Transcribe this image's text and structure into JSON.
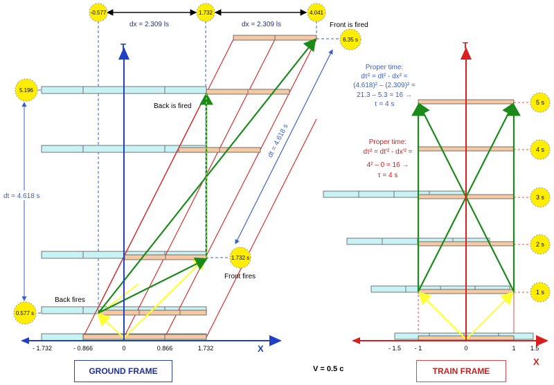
{
  "ground": {
    "x_axis_label": "X",
    "t_axis_label": "T",
    "x_ticks": [
      "- 1.732",
      "- 0.866",
      "0",
      "0.866",
      "1.732"
    ],
    "top_bubbles": [
      "-0.577",
      "1.732",
      "4.041"
    ],
    "dx_label_1": "dx = 2.309 ls",
    "dx_label_2": "dx = 2.309 ls",
    "front_fired_label": "Front is fired",
    "front_fired_bubble": "6.35 s",
    "left_bubble_top": "5.196",
    "left_bubble_bottom": "0.577 s",
    "dt_left_label": "dt = 4.618 s",
    "dt_diag_label": "dt = 4.618 s",
    "back_is_fired_label": "Back is fired",
    "back_fires_label": "Back fires",
    "front_fires_label": "Front fires",
    "front_fires_bubble": "1.732 s",
    "proper_time_lines": [
      "Proper time:",
      "dτ² = dt² - dx² =",
      "(4.618)² – (2.309)² =",
      "21.3 – 5.3 =  16 →",
      "τ = 4 s"
    ],
    "frame_label": "GROUND FRAME"
  },
  "train": {
    "x_axis_label": "X",
    "t_axis_label": "T",
    "x_ticks": [
      "- 1.5",
      "- 1",
      "0",
      "1",
      "1.5"
    ],
    "time_bubbles": [
      "1 s",
      "2 s",
      "3 s",
      "4 s",
      "5 s"
    ],
    "proper_time_lines": [
      "Proper time:",
      "dτ² = dt'² - dx'² =",
      "4² – 0 =  16 →",
      "τ = 4 s"
    ],
    "frame_label": "TRAIN FRAME"
  },
  "velocity_label": "V = 0.5 c",
  "colors": {
    "ground_axis": "#1f3fc4",
    "train_axis": "#d81e1e",
    "bubble": "#ffee00",
    "photon": "#ffff33",
    "signal": "#1a8a1a",
    "train_car": "#f4c9a4",
    "ground_car": "#c8f2f4",
    "annotation_blue": "#3a5fc9",
    "annotation_red": "#c82020"
  }
}
